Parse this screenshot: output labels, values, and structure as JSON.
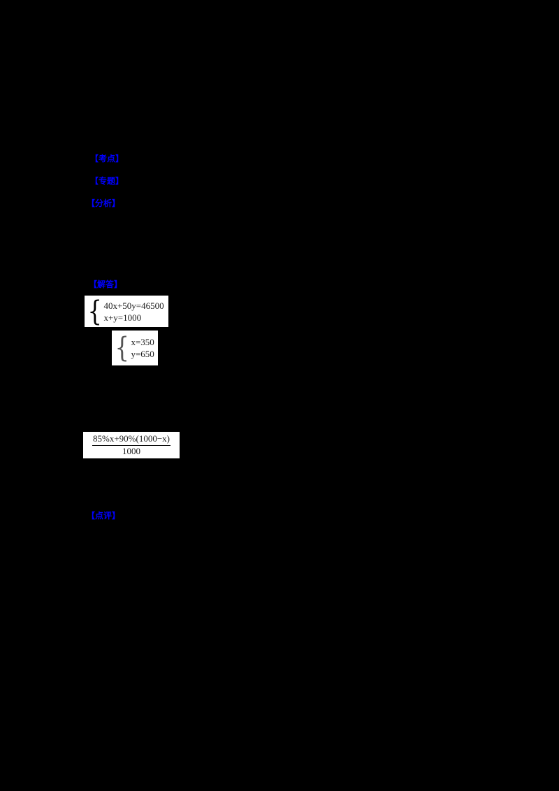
{
  "page": {
    "background_color": "#000000",
    "label_color": "#0000ff",
    "equation_bg_color": "#ffffff"
  },
  "labels": [
    {
      "text": "【考点】"
    },
    {
      "text": "【专题】"
    },
    {
      "text": "【分析】"
    },
    {
      "text": "【解答】"
    },
    {
      "text": "【点评】"
    }
  ],
  "equations": {
    "system_main": {
      "line1": "40x+50y=46500",
      "line2": "x+y=1000"
    },
    "system_solution": {
      "line1": "x=350",
      "line2": "y=650"
    },
    "fraction": {
      "numerator": "85%x+90%(1000−x)",
      "denominator": "1000"
    }
  },
  "symbols": {
    "left_brace": "{"
  }
}
